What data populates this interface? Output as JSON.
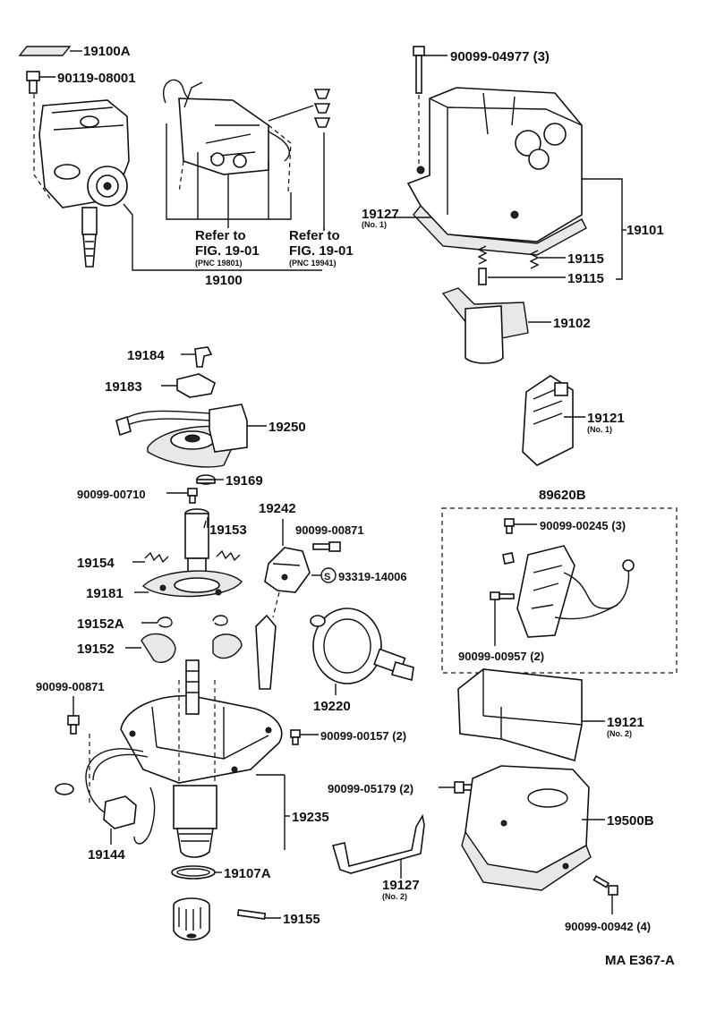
{
  "figure_code": "MA E367-A",
  "refer": {
    "left": {
      "line1": "Refer to",
      "line2": "FIG. 19-01",
      "pnc": "(PNC 19801)"
    },
    "right": {
      "line1": "Refer to",
      "line2": "FIG. 19-01",
      "pnc": "(PNC 19941)"
    }
  },
  "parts": {
    "p19100A": "19100A",
    "p90119_08001": "90119-08001",
    "p19100": "19100",
    "p90099_04977": "90099-04977 (3)",
    "p19127_1": "19127",
    "p19127_1_sub": "(No. 1)",
    "p19101": "19101",
    "p19115a": "19115",
    "p19115b": "19115",
    "p19102": "19102",
    "p19184": "19184",
    "p19183": "19183",
    "p19250": "19250",
    "p19121_1": "19121",
    "p19121_1_sub": "(No. 1)",
    "p19169": "19169",
    "p90099_00710": "90099-00710",
    "p89620B": "89620B",
    "p19242": "19242",
    "p19153": "19153",
    "p90099_00871_a": "90099-00871",
    "p90099_00245": "90099-00245 (3)",
    "p19154": "19154",
    "p93319_14006": "93319-14006",
    "p19181": "19181",
    "p19152A": "19152A",
    "p19152": "19152",
    "p90099_00957": "90099-00957 (2)",
    "p19220": "19220",
    "p90099_00871_b": "90099-00871",
    "p19121_2": "19121",
    "p19121_2_sub": "(No. 2)",
    "p90099_00157": "90099-00157 (2)",
    "p90099_05179": "90099-05179 (2)",
    "p19500B": "19500B",
    "p19235": "19235",
    "p19144": "19144",
    "p19107A": "19107A",
    "p19127_2": "19127",
    "p19127_2_sub": "(No. 2)",
    "p90099_00942": "90099-00942 (4)",
    "p19155": "19155"
  },
  "symbols": {
    "s_marker": "S"
  }
}
